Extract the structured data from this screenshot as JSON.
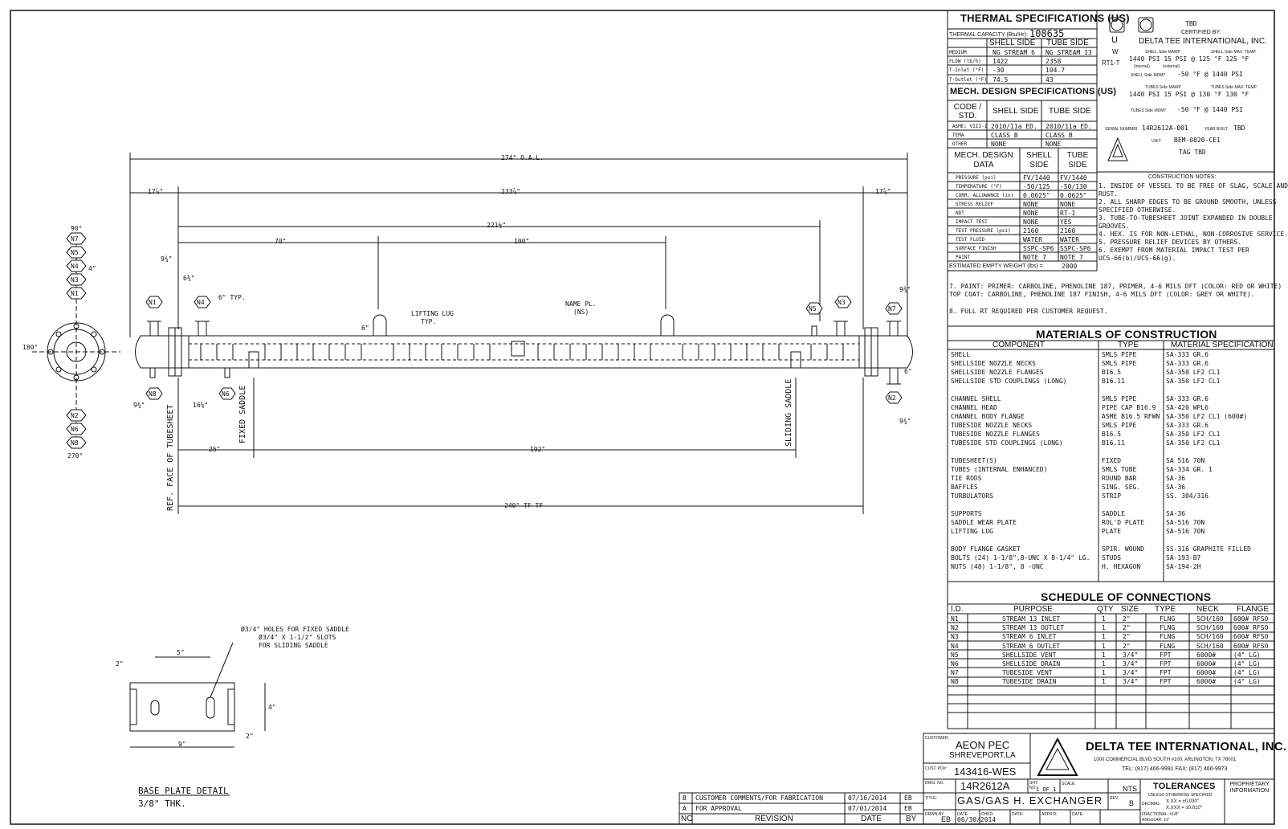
{
  "thermal": {
    "title": "THERMAL SPECIFICATIONS (US)",
    "capacity_label": "THERMAL CAPACITY (Btu/Hr):",
    "capacity_value": "108635",
    "shell_side": "SHELL SIDE",
    "tube_side": "TUBE SIDE",
    "rows": [
      {
        "label": "MEDIUM",
        "shell": "NG STREAM 6",
        "tube": "NG STREAM 13"
      },
      {
        "label": "FLOW (lb/h)",
        "shell": "1422",
        "tube": "2358"
      },
      {
        "label": "T-Inlet (°F)",
        "shell": "-30",
        "tube": "104.7"
      },
      {
        "label": "T-Outlet (°F)",
        "shell": "74.5",
        "tube": "43"
      }
    ]
  },
  "mech_spec": {
    "title": "MECH. DESIGN SPECIFICATIONS (US)",
    "code_label": "CODE / STD.",
    "shell_side": "SHELL SIDE",
    "tube_side": "TUBE SIDE",
    "rows": [
      {
        "label": "ASME: VIII-1",
        "shell": "2010/11a   ED.",
        "tube": "2010/11a   ED."
      },
      {
        "label": "TEMA",
        "shell": "CLASS B",
        "tube": "CLASS B"
      },
      {
        "label": "OTHER",
        "shell": "NONE",
        "tube": "NONE"
      }
    ]
  },
  "mech_data": {
    "title": "MECH. DESIGN DATA",
    "shell_side": "SHELL SIDE",
    "tube_side": "TUBE SIDE",
    "rows": [
      {
        "label": "PRESSURE (psi)",
        "shell": "FV/1440",
        "tube": "FV/1440"
      },
      {
        "label": "TEMPERATURE (°F)",
        "shell": "-50/125",
        "tube": "-50/130"
      },
      {
        "label": "CORR. ALLOWANCE (in)",
        "shell": "0.0625\"",
        "tube": "0.0625\""
      },
      {
        "label": "STRESS RELIEF",
        "shell": "NONE",
        "tube": "NONE"
      },
      {
        "label": "NDT",
        "shell": "NONE",
        "tube": "RT-1"
      },
      {
        "label": "IMPACT TEST",
        "shell": "NONE",
        "tube": "YES"
      },
      {
        "label": "TEST PRESSURE (psi)",
        "shell": "2160",
        "tube": "2160"
      },
      {
        "label": "TEST FLUID",
        "shell": "WATER",
        "tube": "WATER"
      },
      {
        "label": "SURFACE FINISH",
        "shell": "SSPC-SP6",
        "tube": "SSPC-SP6"
      },
      {
        "label": "PAINT",
        "shell": "NOTE 7",
        "tube": "NOTE 7"
      }
    ],
    "empty_weight_label": "ESTIMATED EMPTY WEIGHT (lbs) =",
    "empty_weight": "2000"
  },
  "stamp": {
    "u": "U",
    "w": "W",
    "rt": "RT1-T",
    "tbd_top": "TBD",
    "certified_by": "CERTIFIED BY:",
    "company": "DELTA TEE INTERNATIONAL, INC.",
    "shell_mawp_label": "SHELL Side MAWP",
    "shell_max_temp_label": "SHELL Side MAX. TEMP.",
    "shell_line": "1440 PSI   15 PSI  @  125 °F  125 °F",
    "internal": "(internal)",
    "external": "(external)",
    "shell_mdmt_label": "SHELL Side MDMT",
    "shell_mdmt": "-50   °F @  1440 PSI",
    "tubes_mawp_label": "TUBES Side MAWP",
    "tubes_max_temp_label": "TUBES Side MAX. TEMP.",
    "tubes_line": "1440 PSI   15 PSI  @  130 °F  130 °F",
    "tubes_mdmt_label": "TUBES Side MDMT",
    "tubes_mdmt": "-50   °F @  1440 PSI",
    "serial_label": "SERIAL NUMBER",
    "serial": "14R2612A-001",
    "year_label": "YEAR BUILT",
    "year": "TBD",
    "unit_label": "UNIT",
    "unit": "BEM-0820-CE1",
    "tag": "TAG  TBD"
  },
  "notes": {
    "title": "CONSTRUCTION NOTES:",
    "lines": [
      "1. INSIDE OF VESSEL TO BE FREE OF SLAG, SCALE AND",
      "RUST.",
      "2. ALL SHARP EDGES TO BE GROUND SMOOTH, UNLESS",
      "SPECIFIED OTHERWISE.",
      "3. TUBE-TO-TUBESHEET JOINT EXPANDED IN DOUBLE",
      "GROOVES.",
      "4. HEX. IS FOR NON-LETHAL, NON-CORROSIVE SERVICE.",
      "5. PRESSURE RELIEF DEVICES BY OTHERS.",
      "6. EXEMPT FROM MATERIAL IMPACT TEST PER",
      "UCS-66(b)/UCS-66(g)."
    ],
    "note7a": "7. PAINT: PRIMER: CARBOLINE, PHENOLINE 187, PRIMER, 4-6 MILS DFT (COLOR: RED OR WHITE)",
    "note7b": "TOP COAT: CARBOLINE, PHENOLINE 187 FINISH, 4-6 MILS DFT (COLOR: GREY OR WHITE).",
    "note8": "8. FULL RT REQUIRED PER CUSTOMER REQUEST."
  },
  "materials": {
    "title": "MATERIALS OF CONSTRUCTION",
    "headers": [
      "COMPONENT",
      "TYPE",
      "MATERIAL SPECIFICATION"
    ],
    "groups": [
      [
        [
          "SHELL",
          "SMLS PIPE",
          "SA-333 GR.6"
        ],
        [
          "SHELLSIDE NOZZLE NECKS",
          "SMLS PIPE",
          "SA-333 GR.6"
        ],
        [
          "SHELLSIDE NOZZLE FLANGES",
          "B16.5",
          "SA-350 LF2 CL1"
        ],
        [
          "SHELLSIDE STD COUPLINGS  (LONG)",
          "B16.11",
          "SA-350 LF2 CL1"
        ]
      ],
      [
        [
          "CHANNEL SHELL",
          "SMLS PIPE",
          "SA-333 GR.6"
        ],
        [
          "CHANNEL HEAD",
          "PIPE CAP B16.9",
          "SA-420 WPL6"
        ],
        [
          "CHANNEL BODY FLANGE",
          "ASME B16.5 RFWN",
          "SA-350 LF2 CL1 (600#)"
        ],
        [
          "TUBESIDE NOZZLE NECKS",
          "SMLS PIPE",
          "SA-333 GR.6"
        ],
        [
          "TUBESIDE NOZZLE FLANGES",
          "B16.5",
          "SA-350 LF2 CL1"
        ],
        [
          "TUBESIDE STD COUPLINGS  (LONG)",
          "B16.11",
          "SA-350 LF2 CL1"
        ]
      ],
      [
        [
          "TUBESHEET(S)",
          "FIXED",
          "SA 516 70N"
        ],
        [
          "TUBES (INTERNAL ENHANCED)",
          "SMLS TUBE",
          "SA-334 GR. 1"
        ],
        [
          "TIE RODS",
          "ROUND BAR",
          "SA-36"
        ],
        [
          "BAFFLES",
          "SING. SEG.",
          "SA-36"
        ],
        [
          "TURBULATORS",
          "STRIP",
          "SS. 304/316"
        ]
      ],
      [
        [
          "SUPPORTS",
          "SADDLE",
          "SA-36"
        ],
        [
          "SADDLE WEAR PLATE",
          "ROL'D PLATE",
          "SA-516 70N"
        ],
        [
          "LIFTING LUG",
          "PLATE",
          "SA-516 70N"
        ]
      ],
      [
        [
          "BODY FLANGE GASKET",
          "SPIR. WOUND",
          "SS-316 GRAPHITE FILLED"
        ],
        [
          "BOLTS (24)  1-1/8\",8-UNC X 8-1/4\" LG.",
          "STUDS",
          "SA-193-B7"
        ],
        [
          "NUTS (48) 1-1/8\", 8 -UNC",
          "H. HEXAGON",
          "SA-194-2H"
        ]
      ]
    ]
  },
  "connections": {
    "title": "SCHEDULE OF CONNECTIONS",
    "headers": [
      "I.D.",
      "PURPOSE",
      "QTY",
      "SIZE",
      "TYPE",
      "NECK",
      "FLANGE"
    ],
    "rows": [
      [
        "N1",
        "STREAM 13 INLET",
        "1",
        "2\"",
        "FLNG",
        "SCH/160",
        "600# RFSO"
      ],
      [
        "N2",
        "STREAM 13 OUTLET",
        "1",
        "2\"",
        "FLNG",
        "SCH/160",
        "600# RFSO"
      ],
      [
        "N3",
        "STREAM 6 INLET",
        "1",
        "2\"",
        "FLNG",
        "SCH/160",
        "600# RFSO"
      ],
      [
        "N4",
        "STREAM 6 OUTLET",
        "1",
        "2\"",
        "FLNG",
        "SCH/160",
        "600# RFSO"
      ],
      [
        "N5",
        "SHELLSIDE VENT",
        "1",
        "3/4\"",
        "FPT",
        "6000#",
        "(4\" LG)"
      ],
      [
        "N6",
        "SHELLSIDE DRAIN",
        "1",
        "3/4\"",
        "FPT",
        "6000#",
        "(4\" LG)"
      ],
      [
        "N7",
        "TUBESIDE VENT",
        "1",
        "3/4\"",
        "FPT",
        "6000#",
        "(4\" LG)"
      ],
      [
        "N8",
        "TUBESIDE DRAIN",
        "1",
        "3/4\"",
        "FPT",
        "6000#",
        "(4\" LG)"
      ]
    ]
  },
  "title_block": {
    "customer_label": "CUSTOMER:",
    "customer": "AEON PEC",
    "city": "SHREVEPORT,LA",
    "po_label": "CUST. PO#:",
    "po": "143416-WES",
    "company": "DELTA TEE INTERNATIONAL, INC.",
    "address": "1000 COMMERCIAL BLVD SOUTH #100, ARLINGTON, TX 76001",
    "phone": "TEL: (817) 466-9991    FAX: (817) 466-9973",
    "dwg_label": "DWG. NO.",
    "dwg": "14R2612A",
    "sht_label": "SHT. NO.",
    "sht": "1  OF  1",
    "scale_label": "SCALE:",
    "scale": "NTS",
    "title_label": "TITLE:",
    "title": "GAS/GAS H. EXCHANGER",
    "rev_label": "REV.",
    "rev": "B",
    "drwn_label": "DRWN BY:",
    "drwn": "EB",
    "date_label": "DATE:",
    "date": "06/30/2014",
    "chkd_label": "CHKD:",
    "date2_label": "DATE:",
    "apprvd_label": "APPR'D:",
    "date3_label": "DATE:",
    "tolerances": "TOLERANCES",
    "tol_sub": "UNLESS OTHERWISE SPECIFIED:",
    "decimal_label": "DECIMAL:",
    "dec1": "X.XX = ±0.030\"",
    "dec2": "X.XXX = ±0.010\"",
    "fractional": "FRACTIONAL: ±1/8\"",
    "angular": "ANGULAR: ±1°",
    "proprietary": "PROPRIETARY INFORMATION"
  },
  "revisions": {
    "rows": [
      [
        "B",
        "CUSTOMER COMMENTS/FOR FABRICATION",
        "07/16/2014",
        "EB"
      ],
      [
        "A",
        "FOR APPROVAL",
        "07/01/2014",
        "EB"
      ]
    ],
    "headers": [
      "NO",
      "REVISION",
      "DATE",
      "BY"
    ]
  },
  "drawing": {
    "oal": "274\" O.A.L.",
    "d_17a": "17⅞\"",
    "d_233": "233⅞\"",
    "d_17b": "17⅞\"",
    "d_221": "221½\"",
    "d_70": "70\"",
    "d_100": "100\"",
    "d_25": "25\"",
    "d_192": "192\"",
    "d_240": "240\" TF-TF",
    "d_9a": "9¾\"",
    "d_6": "6⅜\"",
    "d_6typ": "6\" TYP.",
    "d_4": "4\"",
    "d_16": "16⅝\"",
    "d_9b": "9¾\"",
    "d_9c": "9¾\"",
    "d_9d": "9¾\"",
    "d_6b": "6\"",
    "d_6c": "6\"",
    "lifting_lug": "LIFTING LUG",
    "typ": "TYP.",
    "name_pl": "NAME PL.",
    "ns": "(NS)",
    "ref_face": "REF. FACE OF TUBESHEET",
    "fixed_saddle": "FIXED SADDLE",
    "sliding_saddle": "SLIDING SADDLE",
    "angles": {
      "a90": "90°",
      "a180": "180°",
      "a270": "270°"
    },
    "nozzles_top": [
      "N7",
      "N5",
      "N4",
      "N3",
      "N1"
    ],
    "nozzles_bottom": [
      "N2",
      "N6",
      "N8"
    ],
    "base_plate": {
      "note1": "Ø3/4\" HOLES FOR FIXED SADDLE",
      "note2": "Ø3/4\" X 1-1/2\" SLOTS",
      "note3": "FOR SLIDING SADDLE",
      "d5": "5\"",
      "d2a": "2\"",
      "d4": "4\"",
      "d2b": "2\"",
      "d9": "9\"",
      "title": "BASE PLATE DETAIL",
      "thk": "3/8\" THK."
    }
  }
}
